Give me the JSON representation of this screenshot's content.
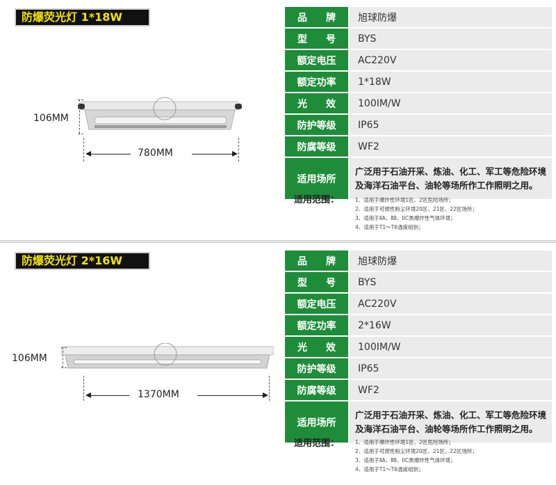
{
  "products": [
    {
      "title": "防爆荧光灯  1*18W",
      "height_dim": "106MM",
      "length_dim": "780MM",
      "specs": [
        {
          "label": "品　牌",
          "value": "旭球防爆"
        },
        {
          "label": "型　号",
          "value": "BYS"
        },
        {
          "label": "额定电压",
          "value": "AC220V"
        },
        {
          "label": "额定功率",
          "value": "1*18W"
        },
        {
          "label": "光　效",
          "value": "100IM/W"
        },
        {
          "label": "防护等级",
          "value": "IP65"
        },
        {
          "label": "防腐等级",
          "value": "WF2"
        },
        {
          "label": "适用场所",
          "value": "广泛用于石油开采、炼油、化工、军工等危险环境及海洋石油平台、油轮等场所作工作照明之用。"
        }
      ],
      "range_title": "适用范围：",
      "range_items": [
        "1、适用于爆炸性环境1区、2区危险场所；",
        "2、适用于可燃性粉尘环境20区、21区、22区场所；",
        "3、适用于ⅡA、ⅡB、IIC类爆炸性气体环境；",
        "4、适用于T1～T6温度组别；"
      ]
    },
    {
      "title": "防爆荧光灯  2*16W",
      "height_dim": "106MM",
      "length_dim": "1370MM",
      "specs": [
        {
          "label": "品　牌",
          "value": "旭球防爆"
        },
        {
          "label": "型　号",
          "value": "BYS"
        },
        {
          "label": "额定电压",
          "value": "AC220V"
        },
        {
          "label": "额定功率",
          "value": "2*16W"
        },
        {
          "label": "光　效",
          "value": "100IM/W"
        },
        {
          "label": "防护等级",
          "value": "IP65"
        },
        {
          "label": "防腐等级",
          "value": "WF2"
        },
        {
          "label": "适用场所",
          "value": "广泛用于石油开采、炼油、化工、军工等危险环境及海洋石油平台、油轮等场所作工作照明之用。"
        }
      ],
      "range_title": "适用范围：",
      "range_items": [
        "1、适用于爆炸性环境1区、2区危险场所；",
        "2、适用于可燃性粉尘环境20区、21区、22区场所；",
        "3、适用于ⅡA、ⅡB、IIC类爆炸性气体环境；",
        "4、适用于T1～T6温度组别；"
      ]
    }
  ],
  "colors": {
    "label_bg": "#1f8c3a",
    "value_bg": "#ebebeb",
    "title_text": "#f2e400",
    "title_bg": "#111111"
  }
}
